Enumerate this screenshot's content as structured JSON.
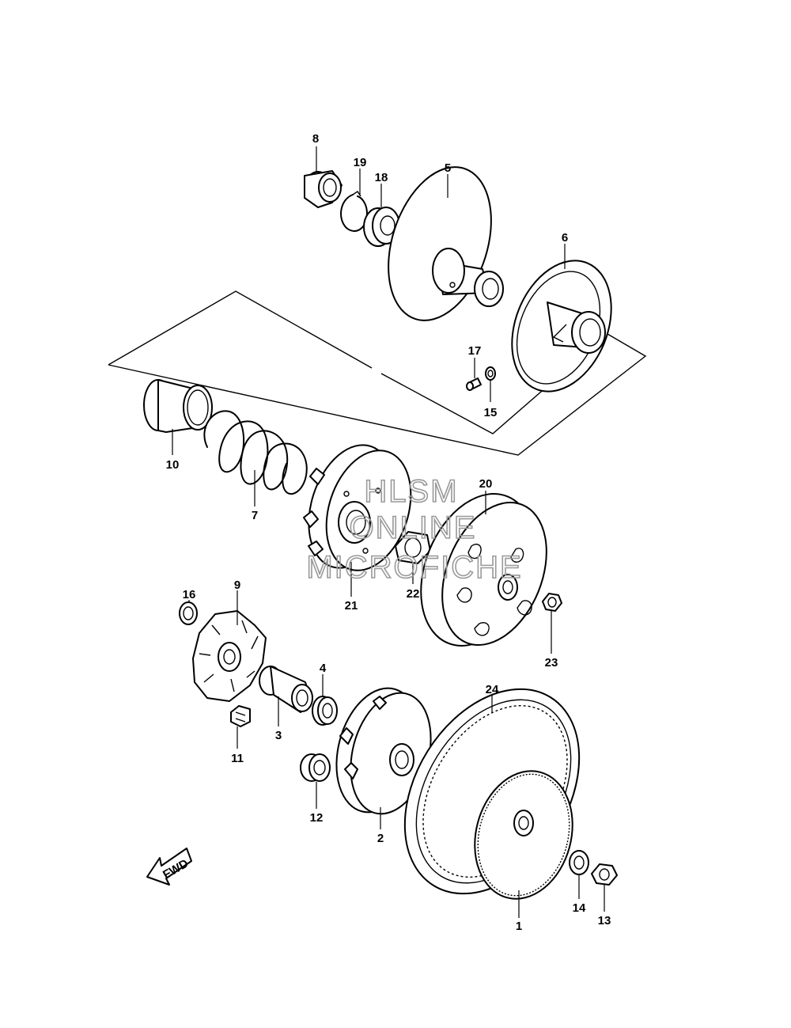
{
  "callouts": [
    {
      "id": "p1",
      "label": "1"
    },
    {
      "id": "p2",
      "label": "2"
    },
    {
      "id": "p3",
      "label": "3"
    },
    {
      "id": "p4",
      "label": "4"
    },
    {
      "id": "p5",
      "label": "5"
    },
    {
      "id": "p6",
      "label": "6"
    },
    {
      "id": "p7",
      "label": "7"
    },
    {
      "id": "p8",
      "label": "8"
    },
    {
      "id": "p9",
      "label": "9"
    },
    {
      "id": "p10",
      "label": "10"
    },
    {
      "id": "p11",
      "label": "11"
    },
    {
      "id": "p12",
      "label": "12"
    },
    {
      "id": "p13",
      "label": "13"
    },
    {
      "id": "p14",
      "label": "14"
    },
    {
      "id": "p15",
      "label": "15"
    },
    {
      "id": "p16",
      "label": "16"
    },
    {
      "id": "p17",
      "label": "17"
    },
    {
      "id": "p18",
      "label": "18"
    },
    {
      "id": "p19",
      "label": "19"
    },
    {
      "id": "p20",
      "label": "20"
    },
    {
      "id": "p21",
      "label": "21"
    },
    {
      "id": "p22",
      "label": "22"
    },
    {
      "id": "p23",
      "label": "23"
    },
    {
      "id": "p24",
      "label": "24"
    }
  ],
  "direction_arrow": {
    "label": "FWD"
  },
  "watermark": {
    "line1": "HLSM",
    "line2": "ONLINE",
    "line3": "MICROFICHE"
  },
  "colors": {
    "line": "#000000",
    "background": "#ffffff",
    "watermark": "#9a9a9a"
  }
}
